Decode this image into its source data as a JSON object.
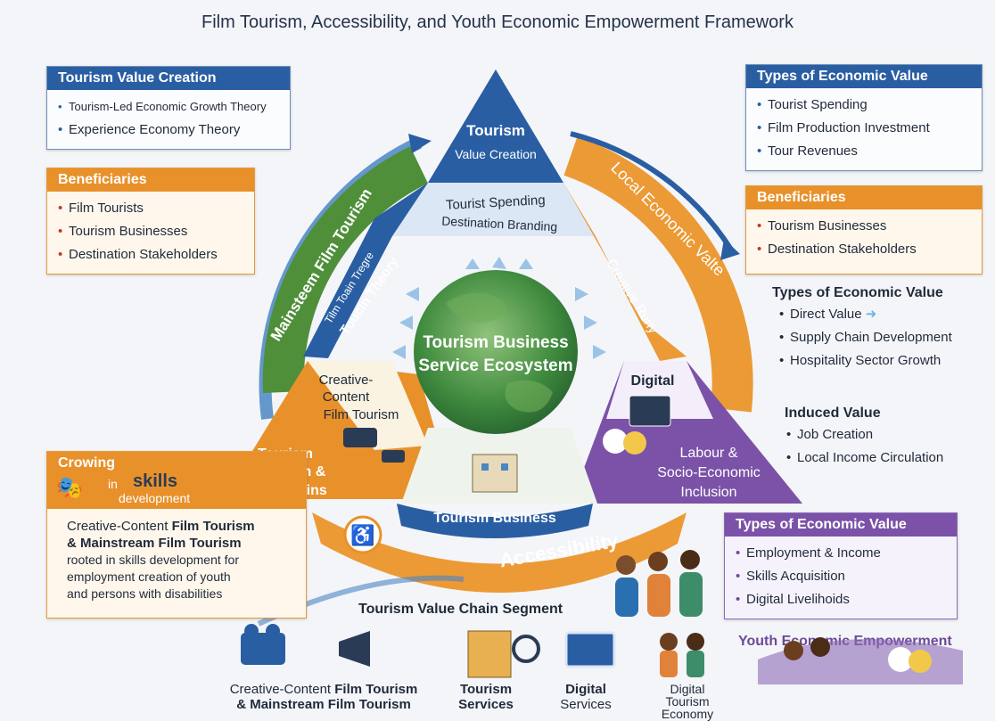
{
  "title": "Film Tourism, Accessibility, and Youth Economic Empowerment Framework",
  "top_left_box": {
    "header": "Tourism Value Creation",
    "items": [
      "Tourism-Led Economic Growth Theory",
      "Experience Economy Theory"
    ]
  },
  "left_beneficiaries": {
    "header": "Beneficiaries",
    "items": [
      "Film Tourists",
      "Tourism Businesses",
      "Destination Stakeholders"
    ]
  },
  "top_right_box": {
    "header": "Types of Economic Value",
    "items": [
      "Tourist Spending",
      "Film Production Investment",
      "Tour Revenues"
    ]
  },
  "right_beneficiaries": {
    "header": "Beneficiaries",
    "items": [
      "Tourism Businesses",
      "Destination Stakeholders"
    ]
  },
  "right_types": {
    "header": "Types of Economic Value",
    "items": [
      "Direct Value",
      "Supply Chain Development",
      "Hospitality Sector Growth"
    ]
  },
  "induced": {
    "header": "Induced Value",
    "items": [
      "Job Creation",
      "Local Income Circulation"
    ]
  },
  "skills_box": {
    "header_1": "Crowing",
    "header_2": "in",
    "header_3": "skills",
    "header_4": "development",
    "line_1a": "Creative-Content ",
    "line_1b": "Film Tourism",
    "line_2": "& Mainstream Film Tourism",
    "line_3": "rooted in skills development for",
    "line_4": "employment creation of youth",
    "line_5": "and persons with disabilities"
  },
  "purple_box": {
    "header": "Types of Economic Value",
    "items": [
      "Employment & Income",
      "Skills Acquisition",
      "Digital Livelihoids"
    ]
  },
  "triangle": {
    "top_1": "Tourism",
    "top_2": "Value Creation",
    "inner_1": "Tourist Spending",
    "inner_2": "Destination Branding",
    "left_arc": "Mainsteem Film Tourism",
    "left_arc_inner": "Tilm Toain Tregre",
    "left_blue": "Toucln Theory",
    "right_arc": "Local Economic Valte",
    "right_orange": "Creative Runy",
    "center_1": "Tourism Business",
    "center_2": "Service Ecosystem",
    "creative_1": "Creative-",
    "creative_2": "Content",
    "creative_3": "Film Tourism",
    "left_corner_1": "Tourism",
    "left_corner_2": "Ecosystem &",
    "left_corner_3": "Value Chains",
    "digital": "Digital",
    "right_corner_1": "Labour &",
    "right_corner_2": "Socio-Economic",
    "right_corner_3": "Inclusion",
    "banner": "Tourism Business",
    "accessibility": "Accessibility"
  },
  "segment_title": "Tourism Value Chain Segment",
  "youth_title": "Youth Economic Empowerment",
  "bottom": {
    "film_1a": "Creative-Content ",
    "film_1b": "Film Tourism",
    "film_2": "& Mainstream Film Tourism",
    "services_1": "Tourism",
    "services_2": "Services",
    "digital_1": "Digital",
    "digital_2": "Services",
    "economy_1": "Digital",
    "economy_2": "Tourism",
    "economy_3": "Economy"
  },
  "colors": {
    "blue": "#2a5ea3",
    "green": "#4f8f3a",
    "orange": "#e8912b",
    "purple": "#7b52a8",
    "lightblue": "#dbe7f5"
  }
}
